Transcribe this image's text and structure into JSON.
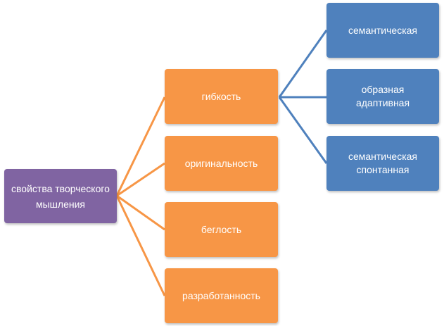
{
  "colors": {
    "root": "#8064a2",
    "level1": "#f79646",
    "level2": "#4f81bd",
    "connector_level1": "#f79646",
    "connector_level2": "#4f81bd"
  },
  "diagram": {
    "root": {
      "label": "свойства творческого мышления"
    },
    "level1": [
      {
        "label": "гибкость"
      },
      {
        "label": "оригинальность"
      },
      {
        "label": "беглость"
      },
      {
        "label": "разработанность"
      }
    ],
    "level2": [
      {
        "label": "семантическая",
        "parent": "гибкость"
      },
      {
        "label": "образная адаптивная",
        "parent": "гибкость"
      },
      {
        "label": "семантическая спонтанная",
        "parent": "гибкость"
      }
    ]
  }
}
